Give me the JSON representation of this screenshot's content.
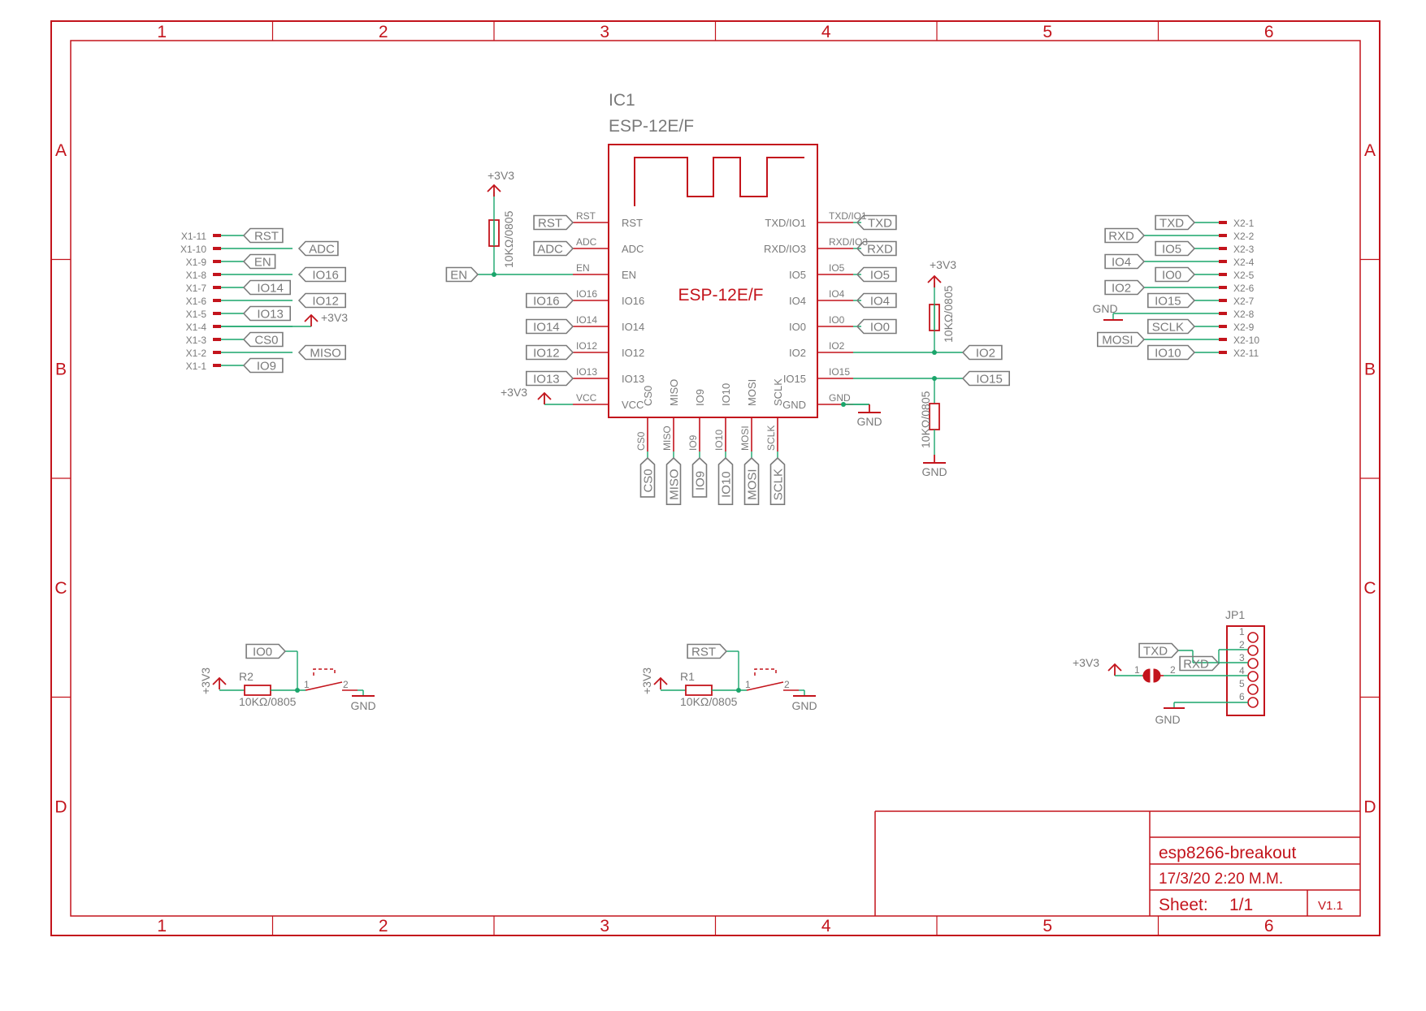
{
  "frame": {
    "columns": [
      "1",
      "2",
      "3",
      "4",
      "5",
      "6"
    ],
    "rows": [
      "A",
      "B",
      "C",
      "D"
    ]
  },
  "ic": {
    "ref": "IC1",
    "value": "ESP-12E/F",
    "center_label": "ESP-12E/F",
    "left_pins": [
      {
        "inside": "RST",
        "outside": "RST",
        "net": "RST"
      },
      {
        "inside": "ADC",
        "outside": "ADC",
        "net": "ADC"
      },
      {
        "inside": "EN",
        "outside": "EN",
        "net": "EN"
      },
      {
        "inside": "IO16",
        "outside": "IO16",
        "net": "IO16"
      },
      {
        "inside": "IO14",
        "outside": "IO14",
        "net": "IO14"
      },
      {
        "inside": "IO12",
        "outside": "IO12",
        "net": "IO12"
      },
      {
        "inside": "IO13",
        "outside": "IO13",
        "net": "IO13"
      },
      {
        "inside": "VCC",
        "outside": "VCC",
        "net": ""
      }
    ],
    "right_pins": [
      {
        "inside": "TXD/IO1",
        "outside": "TXD/IO1",
        "net": "TXD"
      },
      {
        "inside": "RXD/IO3",
        "outside": "RXD/IO3",
        "net": "RXD"
      },
      {
        "inside": "IO5",
        "outside": "IO5",
        "net": "IO5"
      },
      {
        "inside": "IO4",
        "outside": "IO4",
        "net": "IO4"
      },
      {
        "inside": "IO0",
        "outside": "IO0",
        "net": "IO0"
      },
      {
        "inside": "IO2",
        "outside": "IO2",
        "net": "IO2"
      },
      {
        "inside": "IO15",
        "outside": "IO15",
        "net": "IO15"
      },
      {
        "inside": "GND",
        "outside": "GND",
        "net": ""
      }
    ],
    "bottom_pins": [
      {
        "inside": "CS0",
        "outside": "CS0",
        "net": "CS0"
      },
      {
        "inside": "MISO",
        "outside": "MISO",
        "net": "MISO"
      },
      {
        "inside": "IO9",
        "outside": "IO9",
        "net": "IO9"
      },
      {
        "inside": "IO10",
        "outside": "IO10",
        "net": "IO10"
      },
      {
        "inside": "MOSI",
        "outside": "MOSI",
        "net": "MOSI"
      },
      {
        "inside": "SCLK",
        "outside": "SCLK",
        "net": "SCLK"
      }
    ]
  },
  "supply": {
    "vcc": "+3V3",
    "gnd": "GND"
  },
  "resistor_value": "10KΩ/0805",
  "header_x1": {
    "pins": [
      {
        "pin": "X1-11",
        "net": "RST"
      },
      {
        "pin": "X1-10",
        "net": "ADC"
      },
      {
        "pin": "X1-9",
        "net": "EN"
      },
      {
        "pin": "X1-8",
        "net": "IO16"
      },
      {
        "pin": "X1-7",
        "net": "IO14"
      },
      {
        "pin": "X1-6",
        "net": "IO12"
      },
      {
        "pin": "X1-5",
        "net": "IO13"
      },
      {
        "pin": "X1-4",
        "net": "+3V3"
      },
      {
        "pin": "X1-3",
        "net": "CS0"
      },
      {
        "pin": "X1-2",
        "net": "MISO"
      },
      {
        "pin": "X1-1",
        "net": "IO9"
      }
    ]
  },
  "header_x2": {
    "pins": [
      {
        "pin": "X2-1",
        "net": "TXD"
      },
      {
        "pin": "X2-2",
        "net": "RXD"
      },
      {
        "pin": "X2-3",
        "net": "IO5"
      },
      {
        "pin": "X2-4",
        "net": "IO4"
      },
      {
        "pin": "X2-5",
        "net": "IO0"
      },
      {
        "pin": "X2-6",
        "net": "IO2"
      },
      {
        "pin": "X2-7",
        "net": "IO15"
      },
      {
        "pin": "X2-8",
        "net": "GND"
      },
      {
        "pin": "X2-9",
        "net": "SCLK"
      },
      {
        "pin": "X2-10",
        "net": "MOSI"
      },
      {
        "pin": "X2-11",
        "net": "IO10"
      }
    ]
  },
  "switches": [
    {
      "resistor": "R2",
      "net": "IO0",
      "pin1": "1",
      "pin2": "2"
    },
    {
      "resistor": "R1",
      "net": "RST",
      "pin1": "1",
      "pin2": "2"
    }
  ],
  "jp1": {
    "ref": "JP1",
    "pins": [
      "1",
      "2",
      "3",
      "4",
      "5",
      "6"
    ],
    "nets": {
      "txd": "TXD",
      "rxd": "RXD"
    },
    "jumper_pins": [
      "1",
      "2"
    ]
  },
  "title_block": {
    "name": "esp8266-breakout",
    "date": "17/3/20 2:20 M.M.",
    "sheet_label": "Sheet:",
    "sheet_value": "1/1",
    "version": "V1.1"
  },
  "colors": {
    "frame": "#c3141c",
    "wire": "#1aa56b",
    "label": "#7a7a7a"
  }
}
